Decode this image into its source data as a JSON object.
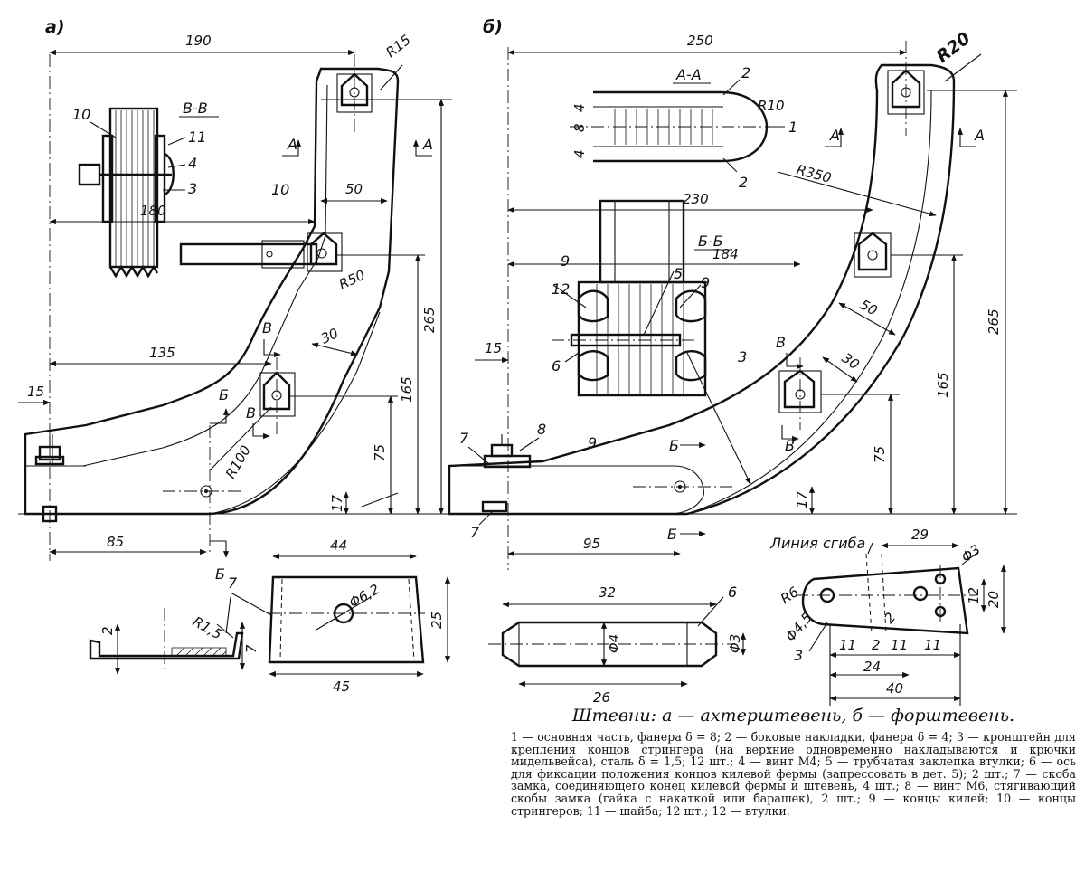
{
  "views": {
    "a": "а)",
    "b": "б)"
  },
  "sections": {
    "vv": "В-В",
    "aa": "А-А",
    "bb": "Б-Б",
    "A": "А",
    "B": "Б",
    "V": "В"
  },
  "dims_a": [
    "190",
    "R15",
    "50",
    "180",
    "R50",
    "265",
    "30",
    "135",
    "165",
    "15",
    "75",
    "R100",
    "17",
    "85"
  ],
  "dims_b": [
    "250",
    "R20",
    "R10",
    "R350",
    "230",
    "184",
    "50",
    "15",
    "30",
    "165",
    "265",
    "75",
    "17",
    "95"
  ],
  "parts_a": [
    "10",
    "11",
    "4",
    "3",
    "10"
  ],
  "parts_b": [
    "2",
    "1",
    "2",
    "9",
    "12",
    "5",
    "9",
    "6",
    "3",
    "7",
    "8",
    "9",
    "7"
  ],
  "detail7": {
    "num": "7",
    "r": "R1,5",
    "t": "2",
    "h": "7",
    "top": "44",
    "bottom": "45",
    "hole": "Φ6,2",
    "height": "25"
  },
  "detail6": {
    "num": "6",
    "len": "32",
    "body": "26",
    "d1": "Φ4",
    "d2": "Φ3"
  },
  "detail3": {
    "bend": "Линия сгиба",
    "num": "3",
    "r": "R6",
    "d1": "Φ4,5",
    "d2": "2",
    "d3": "Φ3",
    "w29": "29",
    "h12": "12",
    "h20": "20",
    "d11a": "11",
    "d11b": "11",
    "d11c": "11",
    "d24": "24",
    "d40": "40"
  },
  "caption": {
    "title": "Штевни: а — ахтерштевень, б — форштевень.",
    "legend": "1 — основная часть, фанера δ = 8; 2 — боковые накладки, фанера δ = 4; 3 — кронштейн для крепления концов стрингера (на верхние одновременно накладываются и крючки мидельвейса), сталь δ = 1,5; 12 шт.; 4 — винт М4; 5 — трубчатая заклепка втулки; 6 — ось для фиксации положения концов килевой фермы (запрессовать в дет. 5); 2 шт.; 7 — скоба замка, соединяющего конец килевой фермы и штевень, 4 шт.; 8 — винт М6, стягивающий скобы замка (гайка с накаткой или барашек), 2 шт.; 9 — концы килей; 10 — концы стрингеров; 11 — шайба; 12 шт.; 12 — втулки."
  }
}
